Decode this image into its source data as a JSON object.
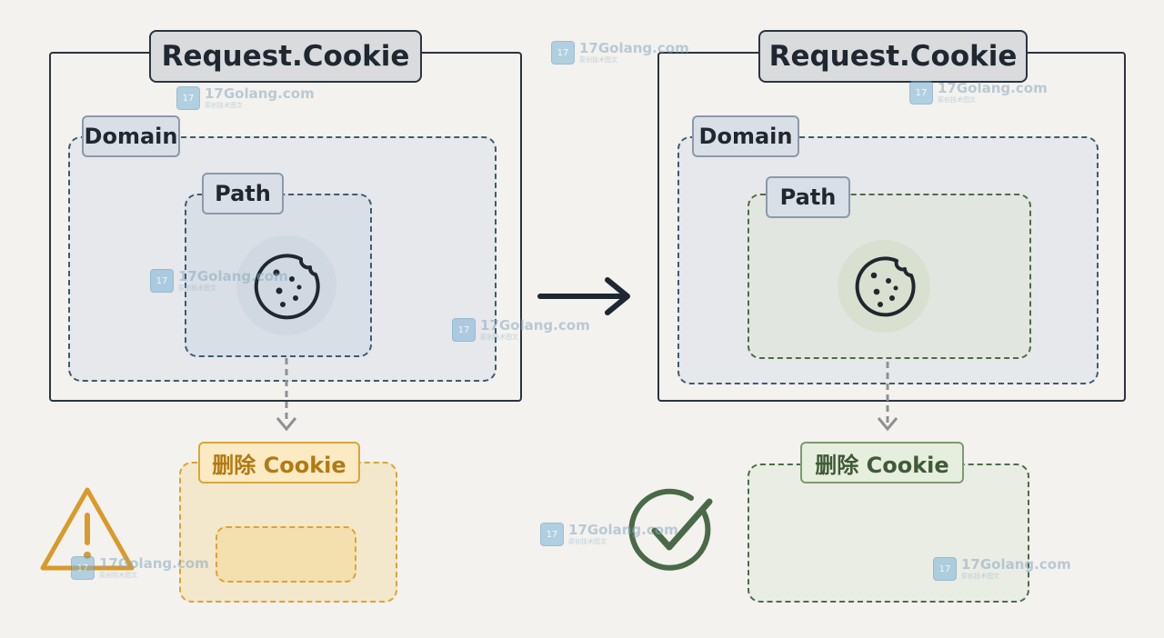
{
  "left_panel": {
    "title": "Request.Cookie",
    "domain_label": "Domain",
    "path_label": "Path",
    "result_label": "删除 Cookie"
  },
  "right_panel": {
    "title": "Request.Cookie",
    "domain_label": "Domain",
    "path_label": "Path",
    "result_label": "删除 Cookie"
  },
  "watermark": {
    "text": "17Golang.com",
    "subtext": "原创技术图文"
  },
  "icons": {
    "cookie": "cookie-icon",
    "warning": "warning-icon",
    "check": "check-circle-icon",
    "arrow": "arrow-right-icon"
  },
  "colors": {
    "outline": "#2b3440",
    "blue_dash": "#3f5a70",
    "green_dash": "#4f6a48",
    "orange_dash": "#d9a33a",
    "warning": "#d99a2b",
    "check": "#4a6a47"
  }
}
